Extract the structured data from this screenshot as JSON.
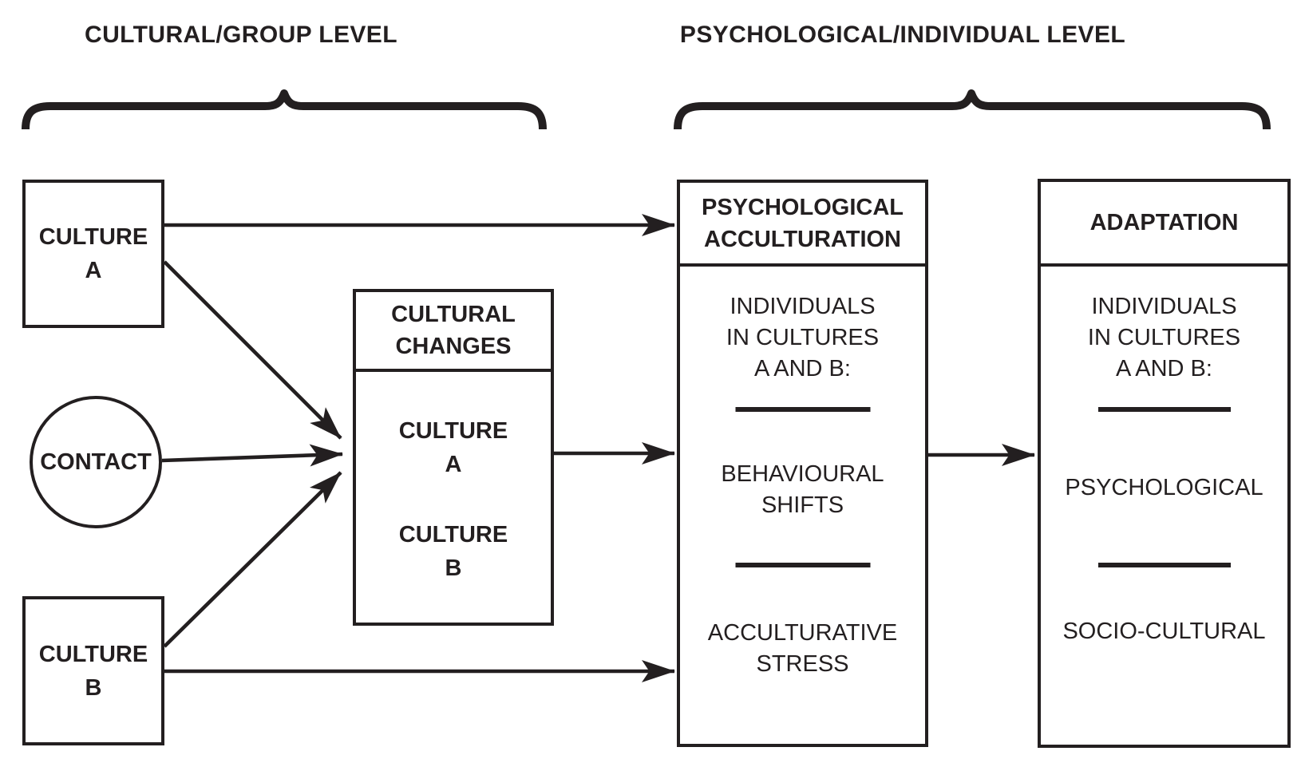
{
  "headers": {
    "left": "CULTURAL/GROUP LEVEL",
    "right": "PSYCHOLOGICAL/INDIVIDUAL LEVEL"
  },
  "nodes": {
    "culture_a": {
      "line1": "CULTURE",
      "line2": "A"
    },
    "contact": {
      "label": "CONTACT"
    },
    "culture_b": {
      "line1": "CULTURE",
      "line2": "B"
    },
    "cultural_changes": {
      "title_line1": "CULTURAL",
      "title_line2": "CHANGES",
      "culture_a_line1": "CULTURE",
      "culture_a_line2": "A",
      "culture_b_line1": "CULTURE",
      "culture_b_line2": "B"
    },
    "psychological_acculturation": {
      "title_line1": "PSYCHOLOGICAL",
      "title_line2": "ACCULTURATION",
      "intro_line1": "INDIVIDUALS",
      "intro_line2": "IN CULTURES",
      "intro_line3": "A AND B:",
      "outcome1_line1": "BEHAVIOURAL",
      "outcome1_line2": "SHIFTS",
      "outcome2_line1": "ACCULTURATIVE",
      "outcome2_line2": "STRESS"
    },
    "adaptation": {
      "title": "ADAPTATION",
      "intro_line1": "INDIVIDUALS",
      "intro_line2": "IN CULTURES",
      "intro_line3": "A AND B:",
      "outcome1": "PSYCHOLOGICAL",
      "outcome2": "SOCIO-CULTURAL"
    }
  },
  "colors": {
    "ink": "#231f20",
    "background": "#ffffff"
  }
}
